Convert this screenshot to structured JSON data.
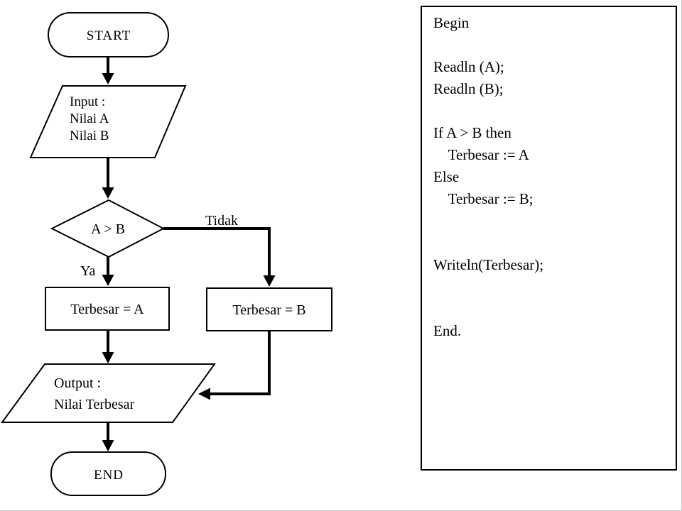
{
  "flowchart": {
    "start_label": "START",
    "input_lines": [
      "Input :",
      "Nilai A",
      "Nilai B"
    ],
    "decision_label": "A > B",
    "yes_label": "Ya",
    "no_label": "Tidak",
    "process_a_label": "Terbesar = A",
    "process_b_label": "Terbesar = B",
    "output_lines": [
      "Output :",
      "Nilai Terbesar"
    ],
    "end_label": "END"
  },
  "code_panel": {
    "lines": [
      "Begin",
      "",
      "Readln (A);",
      "Readln (B);",
      "",
      "If A > B then",
      "    Terbesar := A",
      "Else",
      "    Terbesar := B;",
      "",
      "",
      "Writeln(Terbesar);",
      "",
      "",
      "End."
    ]
  },
  "colors": {
    "ink": "#000000",
    "background": "#ffffff"
  }
}
